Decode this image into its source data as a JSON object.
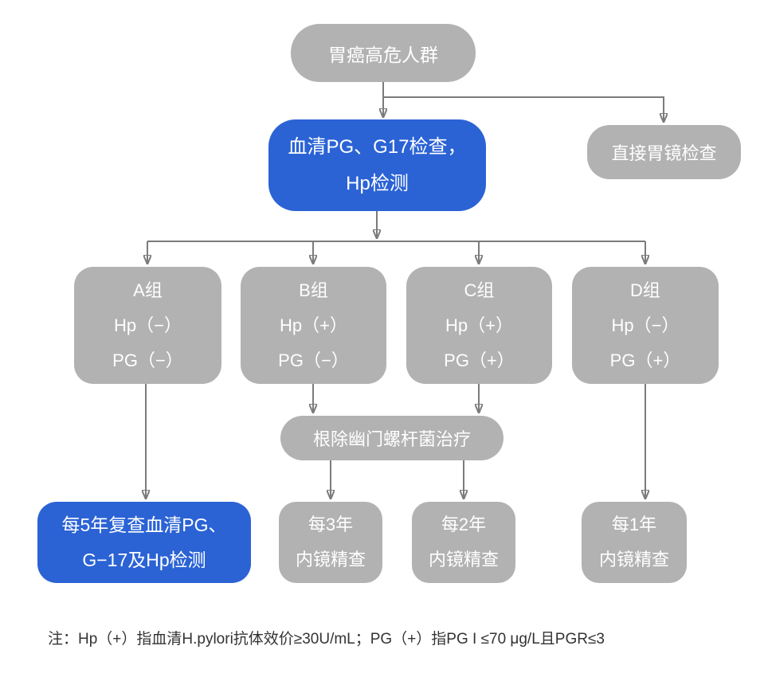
{
  "colors": {
    "node_blue": "#2B63D5",
    "node_gray": "#B2B2B3",
    "node_text": "#FFFFFF",
    "connector_line": "#7B7B7D",
    "arrowhead": "#4D4D4F",
    "note_text": "#333333",
    "background": "#FFFFFF"
  },
  "flowchart": {
    "nodes": {
      "high_risk": {
        "style": "gray",
        "lines": [
          "胃癌高危人群"
        ]
      },
      "serum_test": {
        "style": "blue",
        "lines": [
          "血清PG、G17检查，",
          "Hp检测"
        ]
      },
      "direct_gastroscopy": {
        "style": "gray",
        "lines": [
          "直接胃镜检查"
        ]
      },
      "group_a": {
        "style": "gray",
        "lines": [
          "A组",
          "Hp（−）",
          "PG（−）"
        ]
      },
      "group_b": {
        "style": "gray",
        "lines": [
          "B组",
          "Hp（+）",
          "PG（−）"
        ]
      },
      "group_c": {
        "style": "gray",
        "lines": [
          "C组",
          "Hp（+）",
          "PG（+）"
        ]
      },
      "group_d": {
        "style": "gray",
        "lines": [
          "D组",
          "Hp（−）",
          "PG（+）"
        ]
      },
      "eradication": {
        "style": "gray",
        "lines": [
          "根除幽门螺杆菌治疗"
        ]
      },
      "recheck_5y": {
        "style": "blue",
        "lines": [
          "每5年复查血清PG、",
          "G−17及Hp检测"
        ]
      },
      "endo_3y": {
        "style": "gray",
        "lines": [
          "每3年",
          "内镜精查"
        ]
      },
      "endo_2y": {
        "style": "gray",
        "lines": [
          "每2年",
          "内镜精查"
        ]
      },
      "endo_1y": {
        "style": "gray",
        "lines": [
          "每1年",
          "内镜精查"
        ]
      }
    },
    "edges": [
      {
        "from": "high_risk",
        "to": "serum_test"
      },
      {
        "from": "high_risk",
        "to": "direct_gastroscopy"
      },
      {
        "from": "serum_test",
        "to": "group_a"
      },
      {
        "from": "serum_test",
        "to": "group_b"
      },
      {
        "from": "serum_test",
        "to": "group_c"
      },
      {
        "from": "serum_test",
        "to": "group_d"
      },
      {
        "from": "group_a",
        "to": "recheck_5y"
      },
      {
        "from": "group_b",
        "to": "eradication"
      },
      {
        "from": "group_c",
        "to": "eradication"
      },
      {
        "from": "group_d",
        "to": "endo_1y"
      },
      {
        "from": "eradication",
        "to": "endo_3y"
      },
      {
        "from": "eradication",
        "to": "endo_2y"
      }
    ]
  },
  "note": {
    "text": "注：Hp（+）指血清H.pylori抗体效价≥30U/mL；PG（+）指PG I ≤70 μg/L且PGR≤3"
  }
}
